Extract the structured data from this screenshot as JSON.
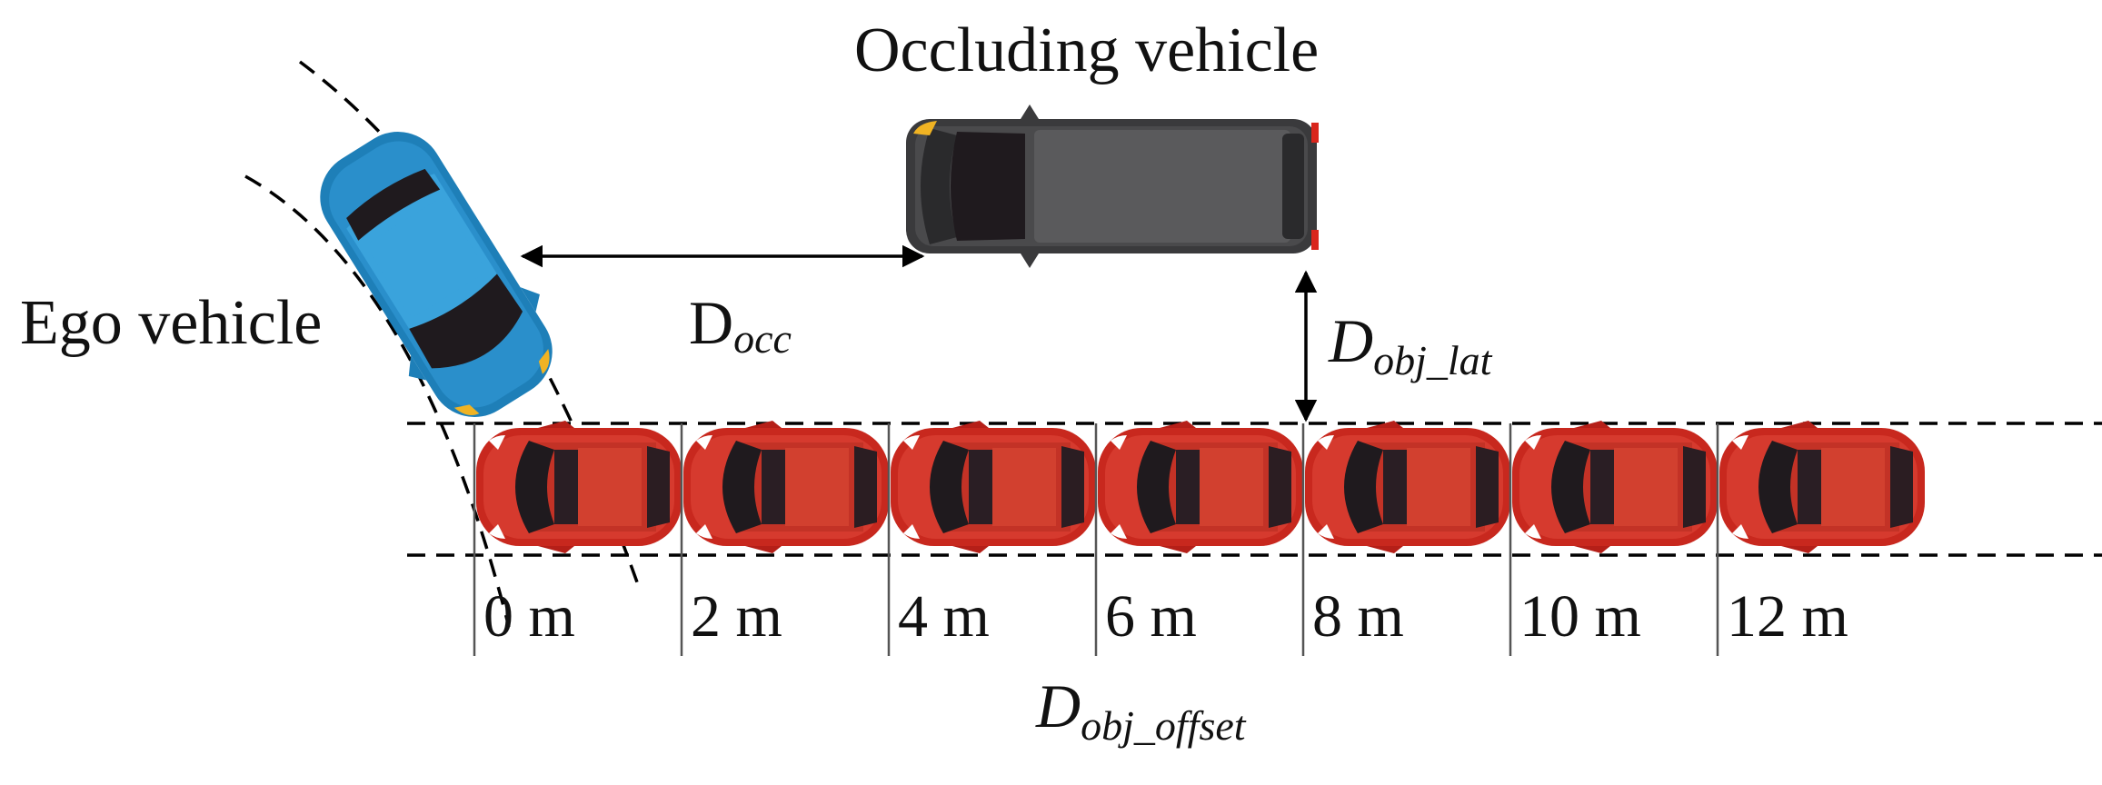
{
  "labels": {
    "occluding_vehicle": "Occluding vehicle",
    "ego_vehicle": "Ego vehicle"
  },
  "distances": {
    "occ": {
      "symbol": "D",
      "subscript": "occ"
    },
    "obj_lat": {
      "symbol": "D",
      "subscript": "obj_lat"
    },
    "obj_offset": {
      "symbol": "D",
      "subscript": "obj_offset"
    }
  },
  "offsets": [
    "0 m",
    "2 m",
    "4 m",
    "6 m",
    "8 m",
    "10 m",
    "12 m"
  ],
  "colors": {
    "ego_vehicle": "#1e7fb8",
    "occluding_vehicle": "#3a3a3c",
    "object_vehicle": "#c8281e"
  },
  "icons": {
    "ego": "blue-car-icon",
    "occluder": "dark-van-icon",
    "object": "red-car-icon"
  }
}
